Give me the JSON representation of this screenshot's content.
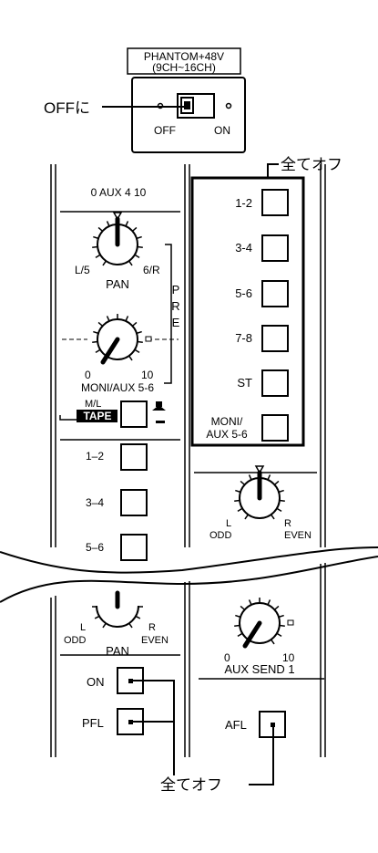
{
  "phantom": {
    "title_line1": "PHANTOM+48V",
    "title_line2": "(9CH~16CH)",
    "off_label": "OFF",
    "on_label": "ON"
  },
  "callouts": {
    "off_ni": "OFFに",
    "all_off_top": "全てオフ",
    "all_off_bottom": "全てオフ"
  },
  "left_strip": {
    "aux_scale": "0 AUX 4 10",
    "pan_left": "L/5",
    "pan_label": "PAN",
    "pan_right": "6/R",
    "pre_letters": [
      "P",
      "R",
      "E"
    ],
    "moni_min": "0",
    "moni_max": "10",
    "moni_label": "MONI/AUX 5-6",
    "ml_label": "M/L",
    "tape_label": "TAPE",
    "assign_buttons": [
      "1–2",
      "3–4",
      "5–6"
    ],
    "pan2_l": "L",
    "pan2_odd": "ODD",
    "pan2_label": "PAN",
    "pan2_r": "R",
    "pan2_even": "EVEN",
    "on_label": "ON",
    "pfl_label": "PFL"
  },
  "right_strip": {
    "bus_buttons": [
      "1-2",
      "3-4",
      "5-6",
      "7-8",
      "ST"
    ],
    "moni_line1": "MONI/",
    "moni_line2": "AUX 5-6",
    "pan_l": "L",
    "pan_odd": "ODD",
    "pan_r": "R",
    "pan_even": "EVEN",
    "send_min": "0",
    "send_max": "10",
    "send_label": "AUX SEND 1",
    "afl_label": "AFL"
  }
}
